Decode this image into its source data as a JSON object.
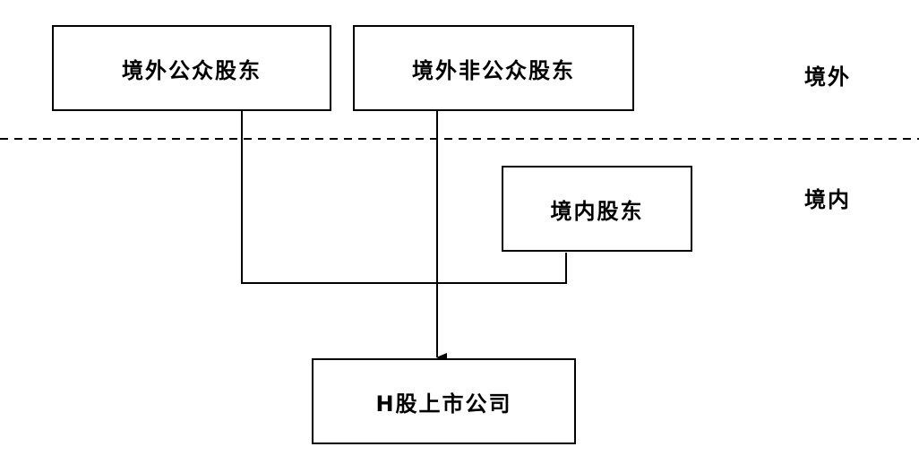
{
  "nodes": {
    "foreign_public": "境外公众股东",
    "foreign_nonpublic": "境外非公众股东",
    "domestic": "境内股东",
    "company": "H股上市公司"
  },
  "zones": {
    "overseas": "境外",
    "domestic": "境内"
  }
}
